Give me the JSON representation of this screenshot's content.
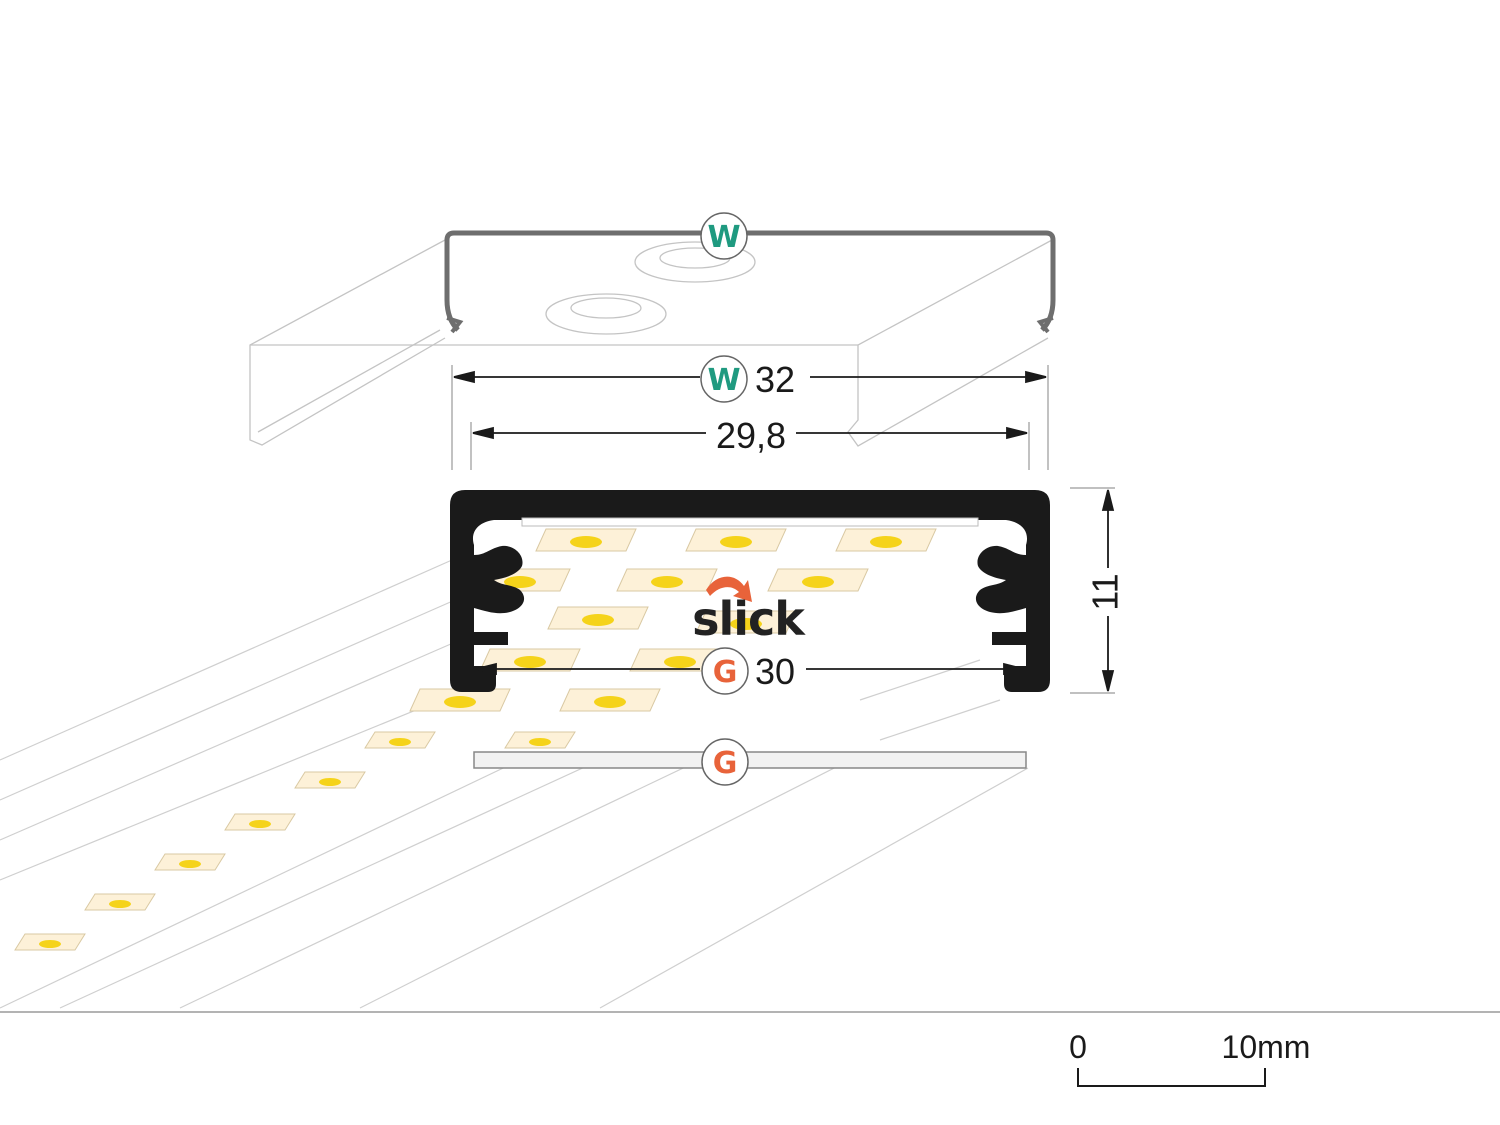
{
  "dimensions": {
    "cover_width": "32",
    "inner_width": "29,8",
    "height": "11",
    "base_width": "30"
  },
  "badges": {
    "cover": "W",
    "base": "G"
  },
  "brand": {
    "label": "slick"
  },
  "scale_bar": {
    "start_label": "0",
    "end_label": "10mm"
  },
  "colors": {
    "badge_w": "#1f9a80",
    "badge_g": "#e8633a",
    "profile": "#1a1a1a",
    "led_pad": "#fdf1d8",
    "led_chip": "#f5d31a",
    "brand_arrow": "#e8633a"
  }
}
